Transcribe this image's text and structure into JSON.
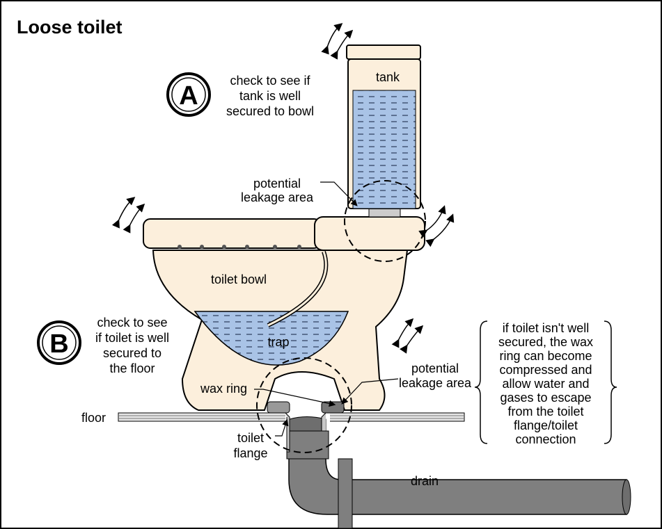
{
  "title": "Loose toilet",
  "step_a": {
    "letter": "A",
    "lines": [
      "check to see if",
      "tank is well",
      "secured to bowl"
    ]
  },
  "step_b": {
    "letter": "B",
    "lines": [
      "check to see",
      "if toilet is well",
      "secured to",
      "the floor"
    ]
  },
  "labels": {
    "tank": "tank",
    "toilet_bowl": "toilet bowl",
    "trap": "trap",
    "wax_ring": "wax ring",
    "floor": "floor",
    "toilet_flange": [
      "toilet",
      "flange"
    ],
    "drain": "drain",
    "leak_upper": [
      "potential",
      "leakage area"
    ],
    "leak_lower": [
      "potential",
      "leakage area"
    ]
  },
  "note": [
    "if toilet isn't well",
    "secured, the wax",
    "ring can become",
    "compressed and",
    "allow water and",
    "gases to escape",
    "from the toilet",
    "flange/toilet",
    "connection"
  ],
  "colors": {
    "porcelain": "#fcefdc",
    "water": "#a9c3e6",
    "pipe": "#7f7f7f",
    "flange": "#c8c8c8"
  }
}
